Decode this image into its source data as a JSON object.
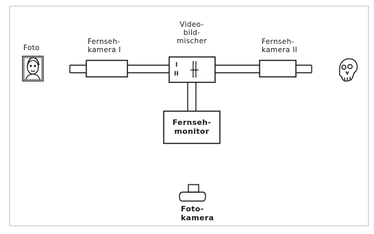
{
  "labels": {
    "foto": "Foto",
    "camera1": [
      "Fernseh-",
      "kamera I"
    ],
    "mixer": [
      "Video-",
      "bild-",
      "mischer"
    ],
    "camera2": [
      "Fernseh-",
      "kamera II"
    ],
    "monitor": [
      "Fernseh-",
      "monitor"
    ],
    "photo_camera": [
      "Foto-",
      "kamera"
    ]
  },
  "mixer_marks": {
    "input1": "I",
    "input2": "II"
  },
  "icons": {
    "portrait": "portrait-photo-icon",
    "skull": "skull-icon",
    "camera": "photo-camera-icon"
  }
}
